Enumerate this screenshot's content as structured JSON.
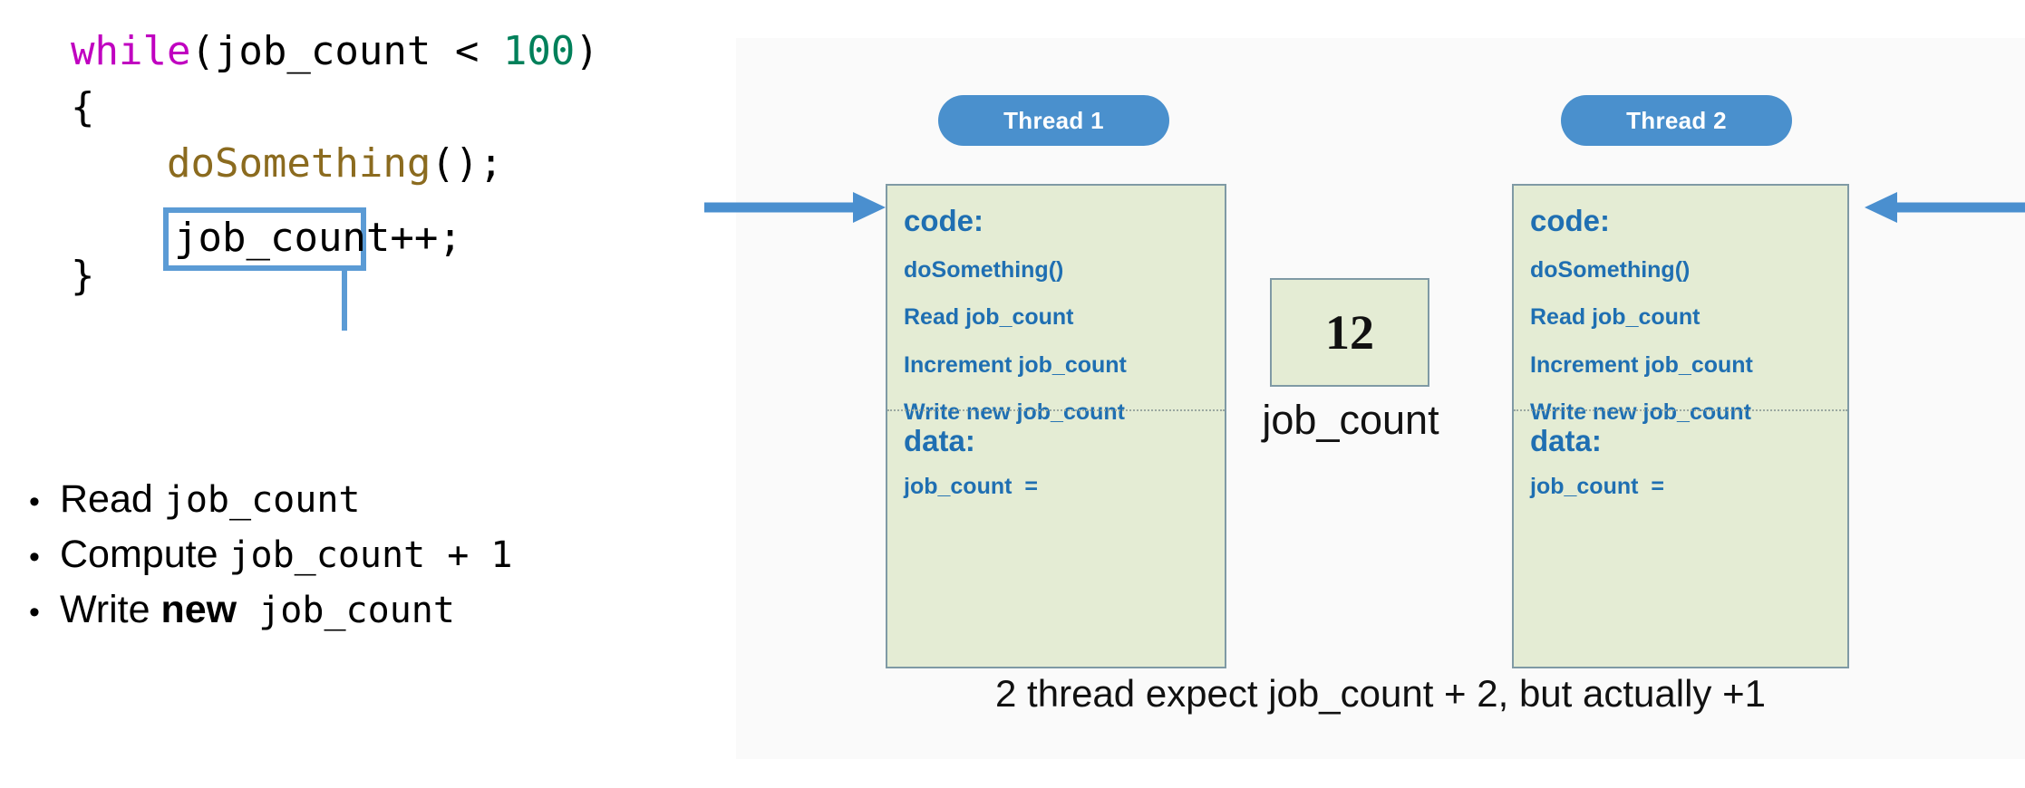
{
  "code": {
    "lines": [
      {
        "tokens": [
          {
            "t": "keyword",
            "s": "while"
          },
          {
            "t": "plain",
            "s": "(job_count < "
          },
          {
            "t": "number",
            "s": "100"
          },
          {
            "t": "plain",
            "s": ")"
          }
        ]
      },
      {
        "tokens": [
          {
            "t": "plain",
            "s": "{"
          }
        ]
      },
      {
        "tokens": [
          {
            "t": "plain",
            "s": "    "
          },
          {
            "t": "func",
            "s": "doSomething"
          },
          {
            "t": "plain",
            "s": "();"
          }
        ]
      },
      {
        "tokens": [
          {
            "t": "plain",
            "s": ""
          }
        ]
      },
      {
        "tokens": [
          {
            "t": "plain",
            "s": "}"
          }
        ]
      }
    ],
    "highlighted_statement": "job_count++;",
    "highlight_color": "#5b9bd5",
    "keyword_color": "#c000c0",
    "number_color": "#00805a",
    "function_color": "#8b6b1f"
  },
  "bullets": {
    "marker": "•",
    "items": [
      {
        "prefix": "Read ",
        "emphasis": "",
        "mono": "job_count",
        "suffix": ""
      },
      {
        "prefix": "Compute ",
        "emphasis": "",
        "mono": "job_count + 1",
        "suffix": ""
      },
      {
        "prefix": "Write ",
        "emphasis": "new",
        "mono": " job_count",
        "suffix": ""
      }
    ]
  },
  "diagram": {
    "panel_background": "#fafafa",
    "box_fill": "#e4ecd4",
    "box_border": "#7f9aa5",
    "accent_blue": "#4a90cd",
    "text_blue": "#1f6fb2",
    "threads": [
      {
        "pill_label": "Thread 1",
        "code_heading": "code:",
        "code_lines": [
          "doSomething()",
          "Read job_count",
          "Increment job_count",
          "Write new job_count"
        ],
        "data_heading": "data:",
        "data_line": "job_count  ="
      },
      {
        "pill_label": "Thread 2",
        "code_heading": "code:",
        "code_lines": [
          "doSomething()",
          "Read job_count",
          "Increment job_count",
          "Write new job_count"
        ],
        "data_heading": "data:",
        "data_line": "job_count  ="
      }
    ],
    "shared_variable": {
      "value": "12",
      "label": "job_count"
    },
    "caption": "2 thread expect job_count + 2, but actually +1"
  }
}
